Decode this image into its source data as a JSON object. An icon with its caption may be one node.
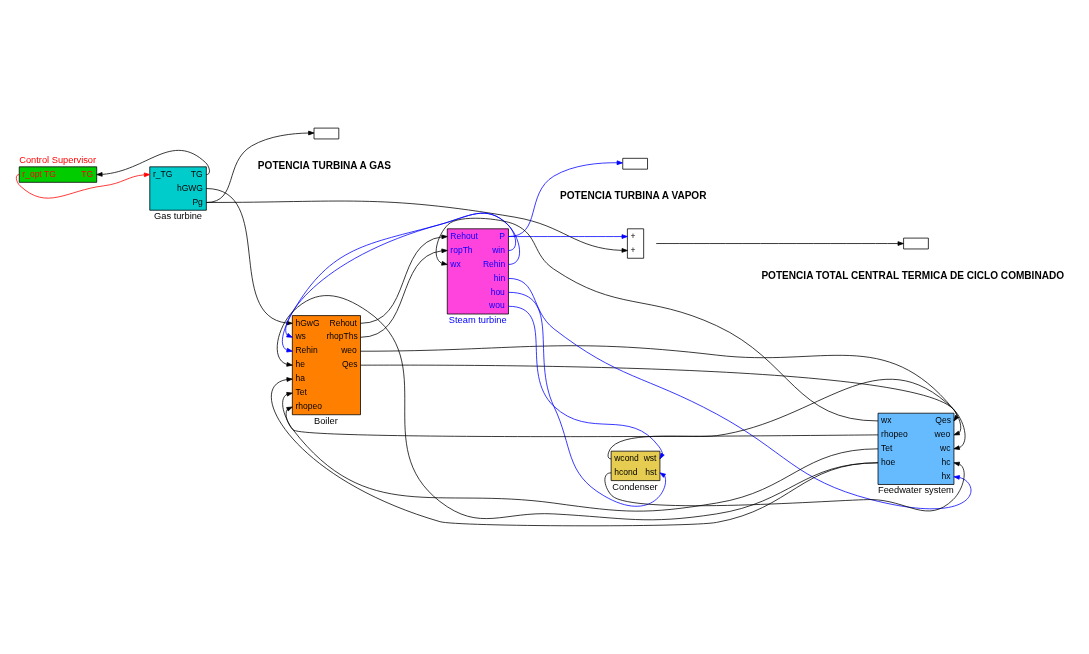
{
  "diagram": {
    "nodes": [
      {
        "text": [
          "Control Supervisor",
          "r_opt TG",
          "TG"
        ]
      },
      {
        "text": [
          "r_TG",
          "TG",
          "hGWG",
          "Pg",
          "Gas turbine"
        ]
      },
      {
        "text": [],
        "shape": "box",
        "beside": [
          "POTENCIA TURBINA A GAS"
        ]
      },
      {
        "text": [
          "hGwG",
          "ws",
          "Rehin",
          "he",
          "ha",
          "Tet",
          "rhopeo",
          "Rehout",
          "rhopThs",
          "weo",
          "Qes",
          "Boiler"
        ]
      },
      {
        "text": [
          "Rehout",
          "ropTh",
          "wx",
          "P",
          "win",
          "Rehin",
          "hin",
          "hou",
          "wou",
          "Steam turbine"
        ]
      },
      {
        "text": [],
        "shape": "box",
        "beside": [
          "POTENCIA TURBINA A VAPOR"
        ]
      },
      {
        "text": [
          "+",
          "+"
        ]
      },
      {
        "text": [],
        "shape": "box",
        "beside": [
          "POTENCIA TOTAL CENTRAL TERMICA DE CICLO COMBINADO"
        ]
      },
      {
        "text": [
          "Qes",
          "weo",
          "wc",
          "hc",
          "hx",
          "wx",
          "rhopeo",
          "Tet",
          "hoe",
          "Feedwater system"
        ]
      },
      {
        "text": [
          "wcond",
          "hcond",
          "wst",
          "hst",
          "Condenser"
        ]
      }
    ],
    "edges": [
      {
        "from": 0,
        "to": 1,
        "arrow": "to",
        "color": "#ff0000"
      },
      {
        "from": 1,
        "to": 0,
        "arrow": "to"
      },
      {
        "from": 1,
        "to": 3,
        "arrow": "to"
      },
      {
        "from": 1,
        "to": 2,
        "arrow": "to"
      },
      {
        "from": 1,
        "to": 6,
        "arrow": "to"
      },
      {
        "from": 3,
        "to": 4,
        "arrow": "to"
      },
      {
        "from": 3,
        "to": 4,
        "arrow": "to"
      },
      {
        "from": 8,
        "to": 4,
        "arrow": "to"
      },
      {
        "from": 4,
        "to": 5,
        "arrow": "to",
        "color": "#0000ff"
      },
      {
        "from": 4,
        "to": 6,
        "arrow": "to",
        "color": "#0000ff"
      },
      {
        "from": 6,
        "to": 7,
        "arrow": "to"
      },
      {
        "from": 3,
        "to": 8,
        "arrow": "to"
      },
      {
        "from": 3,
        "to": 8,
        "arrow": "to"
      },
      {
        "from": 8,
        "to": 3,
        "arrow": "to"
      },
      {
        "from": 8,
        "to": 3,
        "arrow": "to"
      },
      {
        "from": 8,
        "to": 3,
        "arrow": "to"
      },
      {
        "from": 8,
        "to": 3,
        "arrow": "to"
      },
      {
        "from": 9,
        "to": 8,
        "arrow": "to"
      },
      {
        "from": 9,
        "to": 8,
        "arrow": "to"
      },
      {
        "from": 4,
        "to": 3,
        "arrow": "to",
        "color": "#0000ff"
      },
      {
        "from": 4,
        "to": 3,
        "arrow": "to",
        "color": "#0000ff"
      },
      {
        "from": 4,
        "to": 8,
        "arrow": "to",
        "color": "#0000ff"
      },
      {
        "from": 4,
        "to": 9,
        "arrow": "to",
        "color": "#0000ff"
      },
      {
        "from": 4,
        "to": 9,
        "arrow": "to",
        "color": "#0000ff"
      }
    ]
  }
}
